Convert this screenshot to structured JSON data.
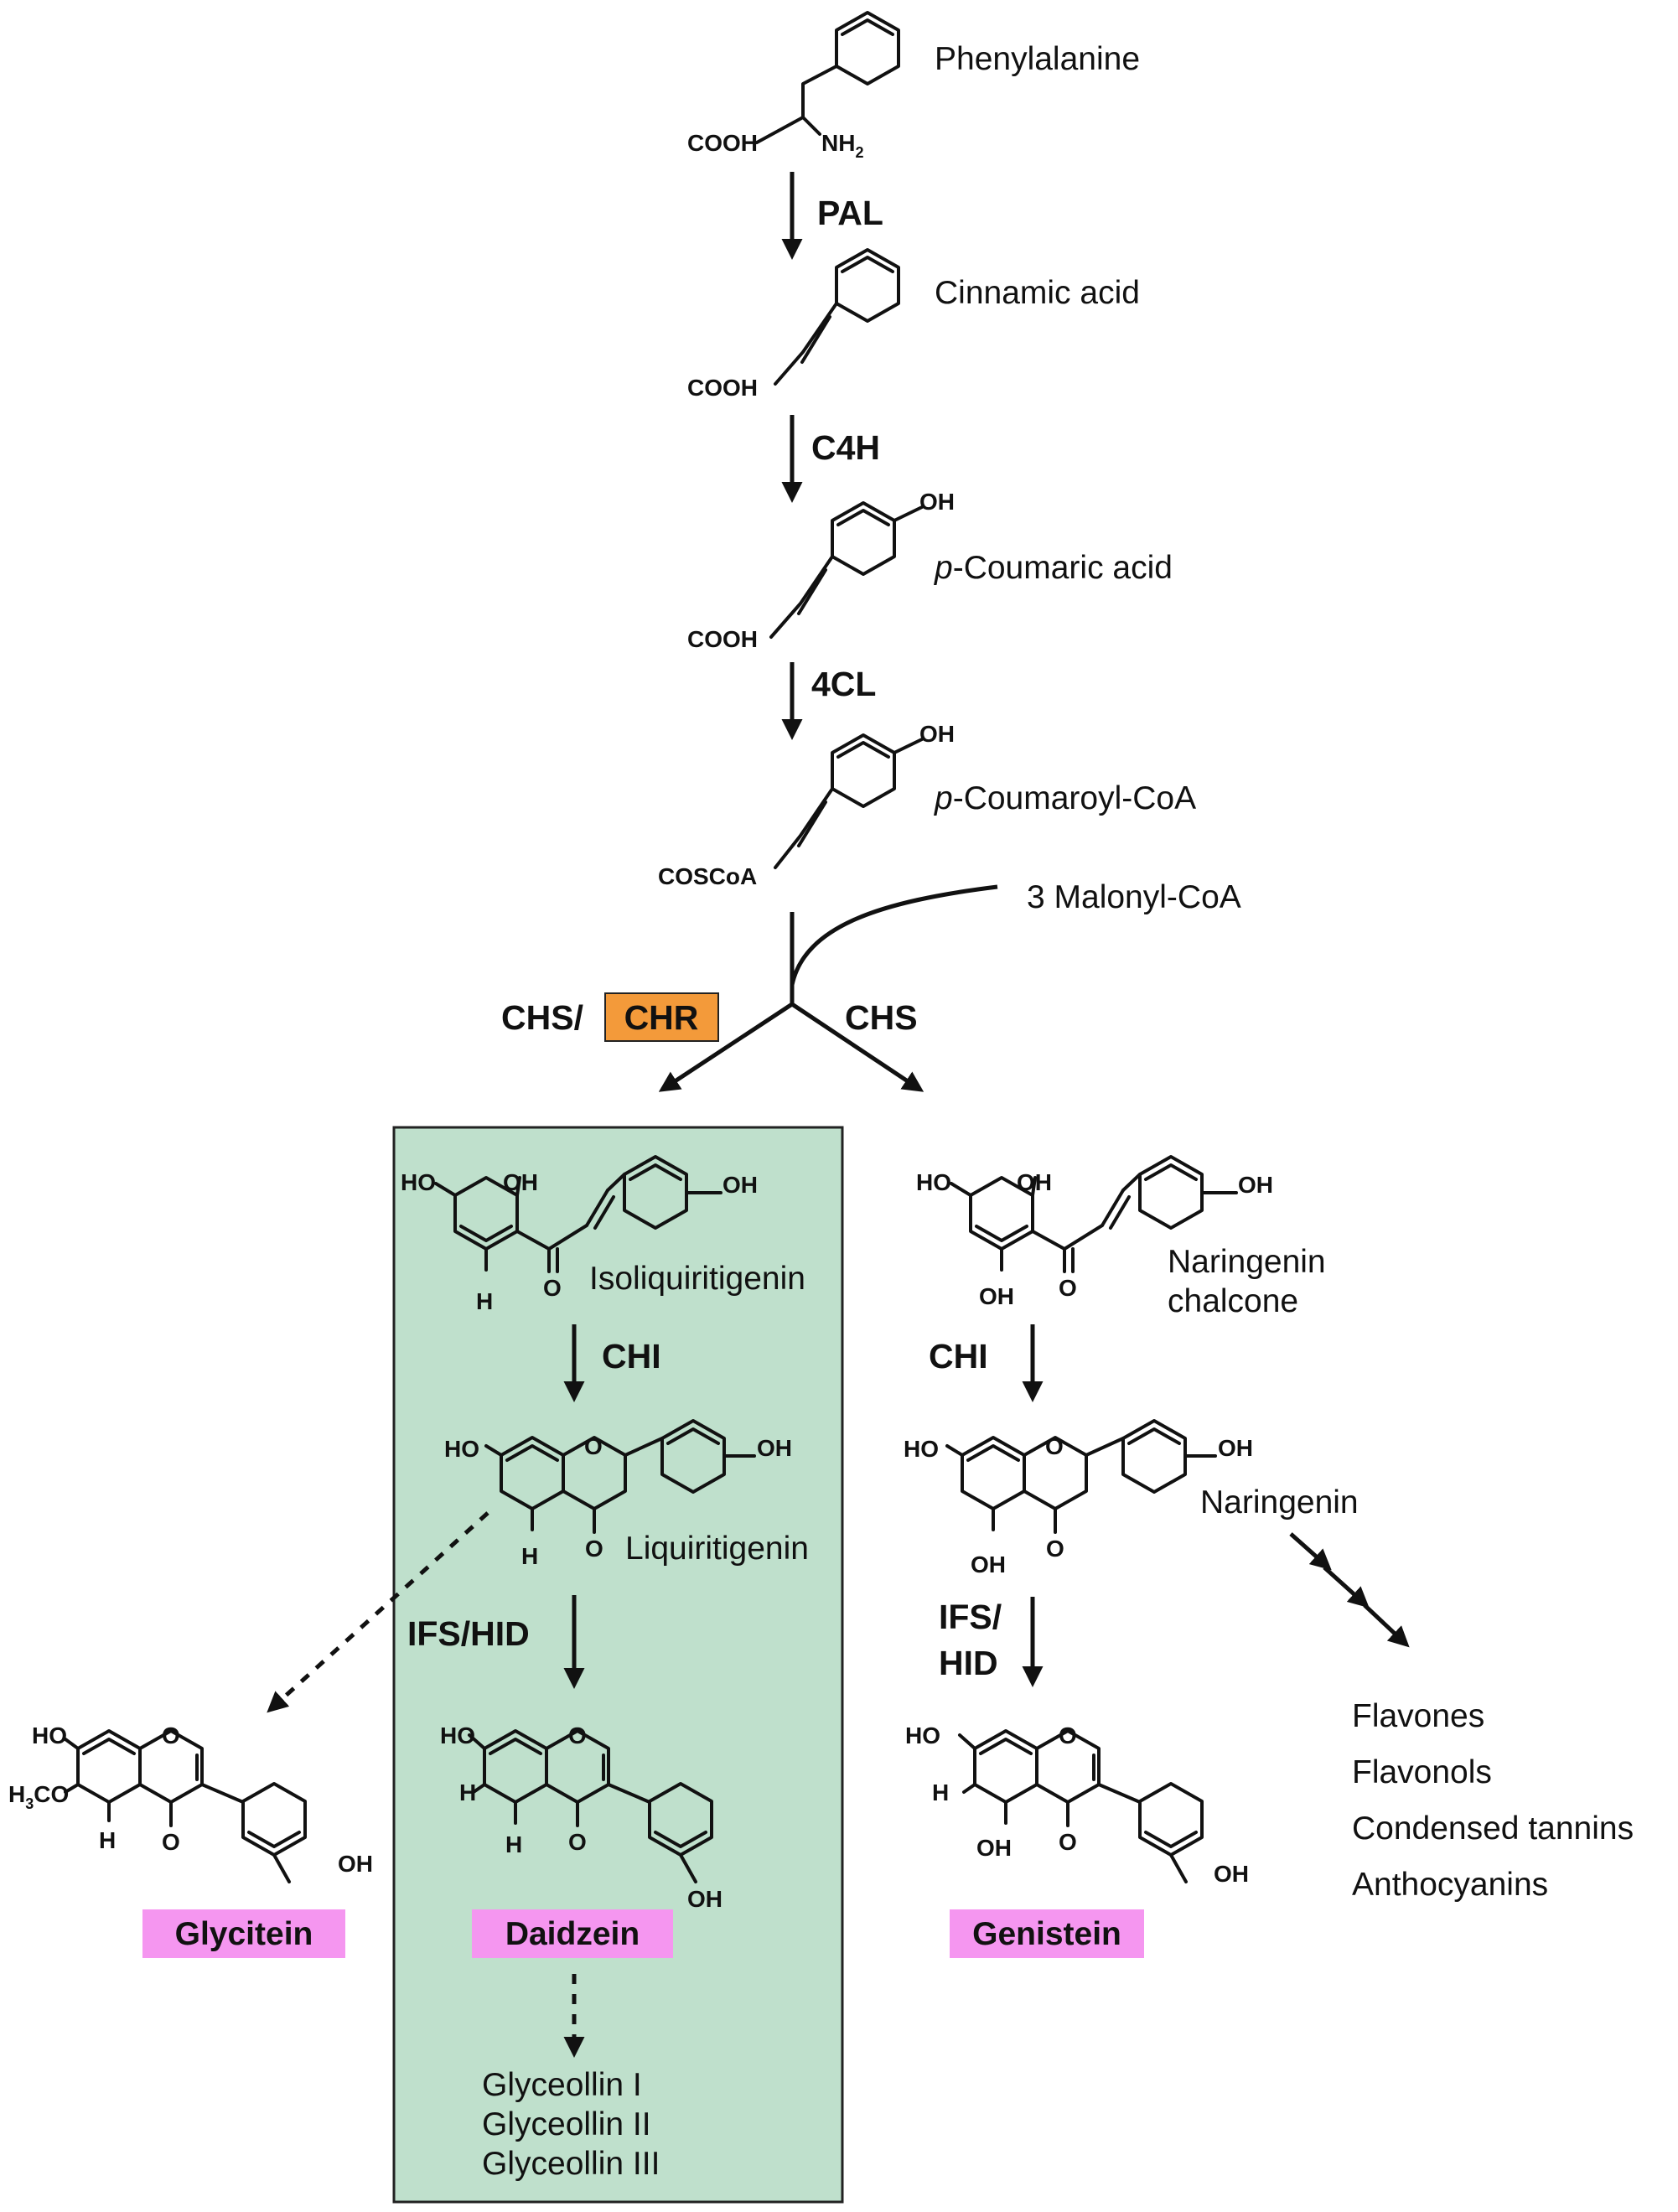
{
  "colors": {
    "box_fill": "#bfe0cc",
    "box_stroke": "#222222",
    "highlight_enzyme": "#f39a3a",
    "highlight_product": "#f596f0"
  },
  "compounds": {
    "phenylalanine": "Phenylalanine",
    "cinnamic_acid": "Cinnamic acid",
    "p_coumaric_prefix": "p",
    "p_coumaric_rest": "-Coumaric acid",
    "p_coumaroyl_prefix": "p",
    "p_coumaroyl_rest": "-Coumaroyl-CoA",
    "malonyl_coa": "3 Malonyl-CoA",
    "isoliquiritigenin": "Isoliquiritigenin",
    "naringenin_chalcone_1": "Naringenin",
    "naringenin_chalcone_2": "chalcone",
    "liquiritigenin": "Liquiritigenin",
    "naringenin": "Naringenin",
    "glycitein": "Glycitein",
    "daidzein": "Daidzein",
    "genistein": "Genistein"
  },
  "enzymes": {
    "pal": "PAL",
    "c4h": "C4H",
    "cl4": "4CL",
    "chs_left": "CHS/",
    "chr": "CHR",
    "chs_right": "CHS",
    "chi_left": "CHI",
    "chi_right": "CHI",
    "ifs_hid_left": "IFS/HID",
    "ifs_right_1": "IFS/",
    "ifs_right_2": "HID"
  },
  "downstream_flavonoids": [
    "Flavones",
    "Flavonols",
    "Condensed tannins",
    "Anthocyanins"
  ],
  "glyceollins": [
    "Glyceollin I",
    "Glyceollin II",
    "Glyceollin III"
  ],
  "atoms": {
    "cooh": "COOH",
    "nh": "NH",
    "two": "2",
    "oh": "OH",
    "ho": "HO",
    "h": "H",
    "o": "O",
    "coscoa": "COSCoA",
    "h3co_1": "H",
    "h3co_3": "3",
    "h3co_co": "CO"
  }
}
